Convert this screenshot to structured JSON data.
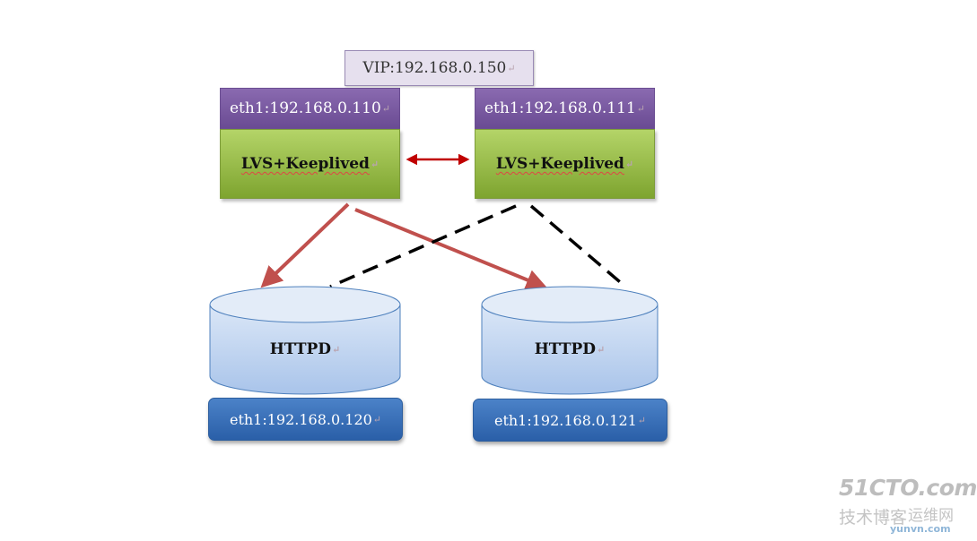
{
  "vip": {
    "label": "VIP:192.168.0.150"
  },
  "nodes": [
    {
      "eth": "eth1:192.168.0.110",
      "service": "LVS+Keeplived"
    },
    {
      "eth": "eth1:192.168.0.111",
      "service": "LVS+Keeplived"
    }
  ],
  "servers": [
    {
      "service": "HTTPD",
      "eth": "eth1:192.168.0.120"
    },
    {
      "service": "HTTPD",
      "eth": "eth1:192.168.0.121"
    }
  ],
  "paragraph_mark": "↵",
  "colors": {
    "red_arrow": "#c0504d",
    "sync_arrow": "#c00000",
    "dashed_line": "#000000",
    "vip_fill": "#e6e0ee",
    "eth_top_fill": "#7a5aa3",
    "lvs_fill": "#9bbb59",
    "db_fill": "#c6d9f1",
    "eth_bottom_fill": "#3a6fb8"
  },
  "watermark": {
    "line1": "51CTO.com",
    "line2": "技术博客",
    "line3": "运维网",
    "line4": "yunvn.com"
  }
}
